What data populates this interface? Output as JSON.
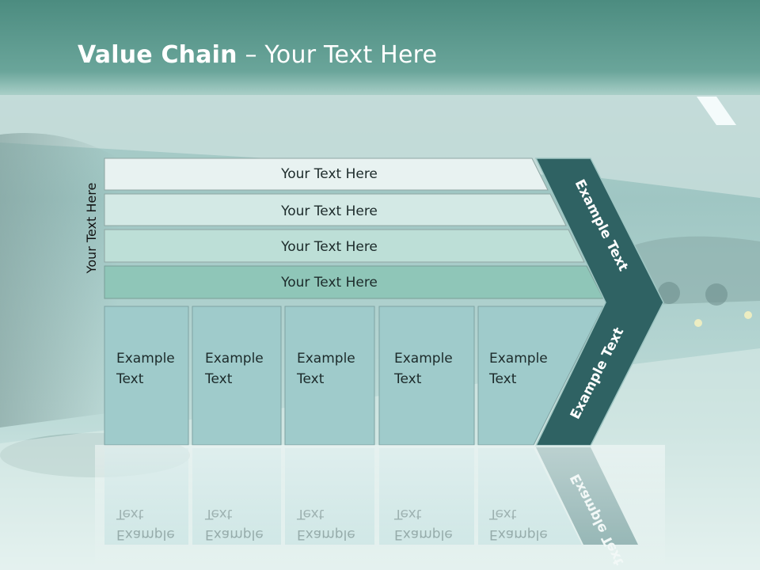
{
  "slide": {
    "title_bold": "Value Chain",
    "title_rest": " – Your Text Here"
  },
  "side_label": "Your Text Here",
  "rows": [
    {
      "text": "Your Text Here"
    },
    {
      "text": "Your Text Here"
    },
    {
      "text": "Your Text Here"
    },
    {
      "text": "Your Text Here"
    }
  ],
  "columns": [
    {
      "line1": "Example",
      "line2": "Text"
    },
    {
      "line1": "Example",
      "line2": "Text"
    },
    {
      "line1": "Example",
      "line2": "Text"
    },
    {
      "line1": "Example",
      "line2": "Text"
    },
    {
      "line1": "Example",
      "line2": "Text"
    }
  ],
  "chevron": {
    "upper_text": "Example Text",
    "lower_text": "Example Text"
  },
  "colors": {
    "header": "#4e8f84",
    "chevron": "#2f6263",
    "cells": "#9fcbcb",
    "row1": "#e8f2f1",
    "row2": "#d3e9e5",
    "row3": "#bddfd7",
    "row4": "#8fc6b8"
  }
}
